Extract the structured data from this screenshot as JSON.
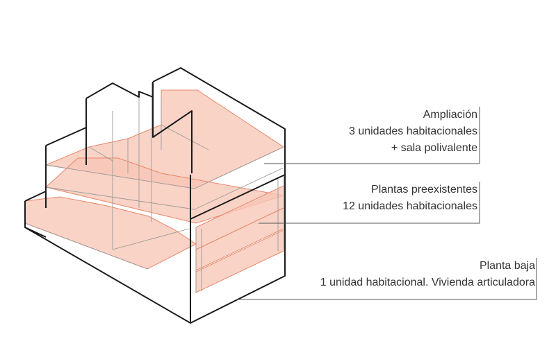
{
  "colors": {
    "outline": "#1a1a1a",
    "thin_line": "#9a9a9a",
    "floor_fill": "#f7c7b6",
    "floor_stroke": "#e8866a",
    "leader": "#555555",
    "text": "#333333"
  },
  "labels": {
    "ampliacion": {
      "title": "Ampliación",
      "line2": "3 unidades habitacionales",
      "line3": "+ sala polivalente"
    },
    "plantas": {
      "title": "Plantas preexistentes",
      "line2": "12 unidades habitacionales"
    },
    "baja": {
      "title": "Planta baja",
      "line2": "1 unidad habitacional. Vivienda articuladora"
    }
  }
}
